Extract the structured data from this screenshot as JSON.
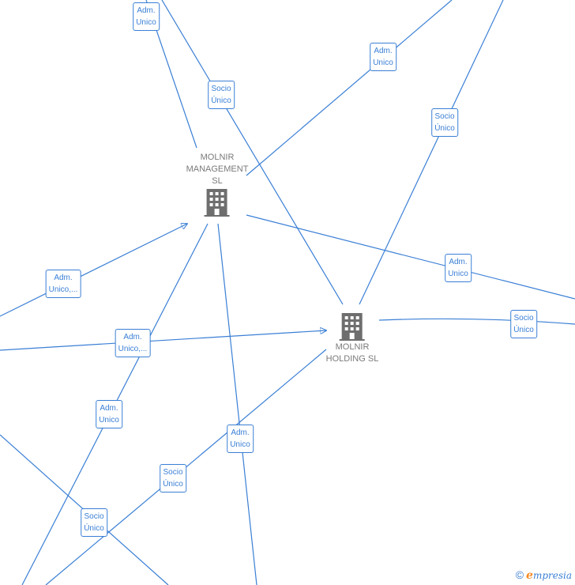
{
  "nodes": {
    "management": {
      "lines": [
        "MOLNIR",
        "MANAGEMENT",
        "SL"
      ],
      "icon": "building-icon"
    },
    "holding": {
      "lines": [
        "MOLNIR",
        "HOLDING SL"
      ],
      "icon": "building-icon"
    }
  },
  "edge_labels": [
    [
      "Adm.",
      "Unico"
    ],
    [
      "Socio",
      "Único"
    ],
    [
      "Adm.",
      "Unico"
    ],
    [
      "Socio",
      "Único"
    ],
    [
      "Adm.",
      "Unico"
    ],
    [
      "Socio",
      "Único"
    ],
    [
      "Adm.",
      "Unico,..."
    ],
    [
      "Adm.",
      "Unico,..."
    ],
    [
      "Adm.",
      "Unico"
    ],
    [
      "Adm.",
      "Unico"
    ],
    [
      "Socio",
      "Único"
    ],
    [
      "Socio",
      "Único"
    ]
  ],
  "footer": {
    "copyright": "©",
    "brand_e": "e",
    "brand_rest": "mpresia"
  },
  "colors": {
    "edge": "#3a7fd5",
    "node_text": "#7a7a7a",
    "icon": "#6e6e6e",
    "brand_accent": "#f28c28"
  }
}
